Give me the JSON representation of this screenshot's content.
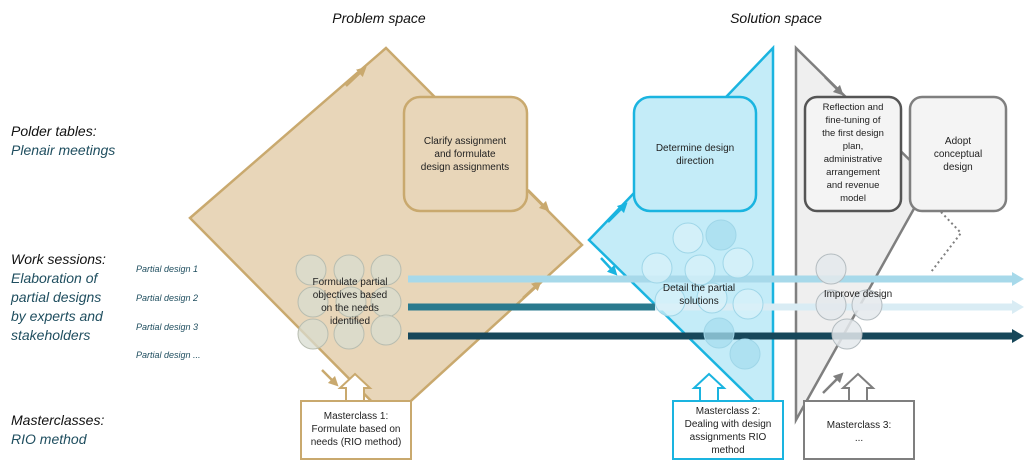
{
  "headers": {
    "problem_space": "Problem space",
    "solution_space": "Solution space"
  },
  "rows": {
    "polder_tables": {
      "title": "Polder tables:",
      "subtitle": "Plenair meetings"
    },
    "work_sessions": {
      "title": "Work sessions:",
      "lines": [
        "Elaboration of",
        "partial designs",
        "by experts and",
        "stakeholders"
      ]
    },
    "masterclasses": {
      "title": "Masterclasses:",
      "subtitle": "RIO method"
    }
  },
  "partial_designs": [
    "Partial design 1",
    "Partial design 2",
    "Partial design 3",
    "Partial design ..."
  ],
  "boxes": {
    "clarify": [
      "Clarify assignment",
      "and formulate",
      "design assignments"
    ],
    "determine": [
      "Determine design",
      "direction"
    ],
    "reflection": [
      "Reflection and",
      "fine-tuning of",
      "the first design",
      "plan,",
      "administrative",
      "arrangement",
      "and revenue",
      "model"
    ],
    "adopt": [
      "Adopt",
      "conceptual",
      "design"
    ]
  },
  "center_labels": {
    "formulate": [
      "Formulate partial",
      "objectives based",
      "on the needs",
      "identified"
    ],
    "detail": [
      "Detail the partial",
      "solutions"
    ],
    "improve": "Improve design"
  },
  "masterclass_boxes": {
    "mc1": [
      "Masterclass 1:",
      "Formulate based on",
      "needs (RIO method)"
    ],
    "mc2": [
      "Masterclass 2:",
      "Dealing with design",
      "assignments RIO",
      "method"
    ],
    "mc3": [
      "Masterclass 3:",
      "..."
    ]
  },
  "colors": {
    "tan_fill": "#e8d6b9",
    "tan_stroke": "#c9a96e",
    "blue_fill": "#c4ecf8",
    "blue_stroke": "#1ab4e0",
    "grey_fill": "#efefef",
    "grey_stroke": "#7f7f7f",
    "line1": "#a7d9ea",
    "line2": "#2a7a8e",
    "line3": "#17475a"
  }
}
